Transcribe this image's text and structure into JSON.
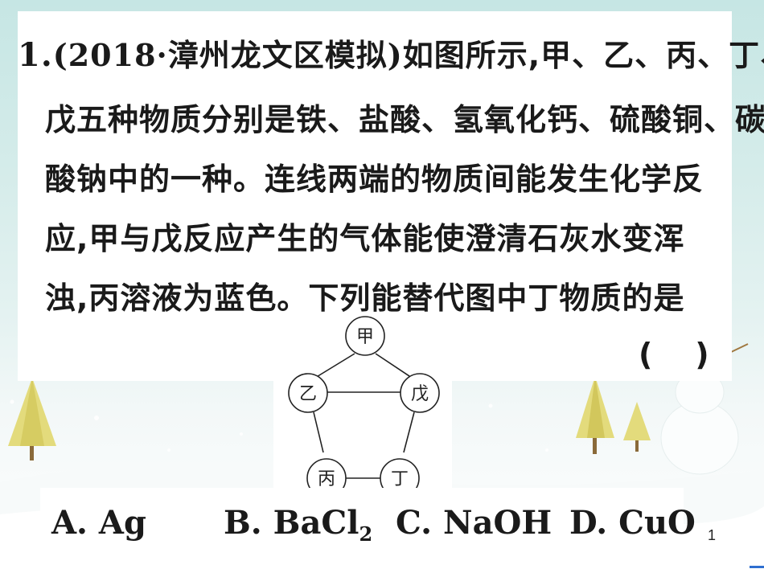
{
  "question": {
    "number": "1.",
    "source": "(2018·漳州龙文区模拟)",
    "lines": [
      "如图所示,甲、乙、丙、丁、",
      "戊五种物质分别是铁、盐酸、氢氧化钙、硫酸铜、碳",
      "酸钠中的一种。连线两端的物质间能发生化学反",
      "应,甲与戊反应产生的气体能使澄清石灰水变浑",
      "浊,丙溶液为蓝色。下列能替代图中丁物质的是"
    ],
    "answer_blank": "(    )"
  },
  "diagram": {
    "nodes": [
      {
        "id": "jia",
        "label": "甲"
      },
      {
        "id": "yi",
        "label": "乙"
      },
      {
        "id": "wu",
        "label": "戊"
      },
      {
        "id": "bing",
        "label": "丙"
      },
      {
        "id": "ding",
        "label": "丁"
      }
    ],
    "edges": [
      [
        "jia",
        "yi"
      ],
      [
        "jia",
        "wu"
      ],
      [
        "yi",
        "wu"
      ],
      [
        "yi",
        "bing"
      ],
      [
        "wu",
        "ding"
      ],
      [
        "bing",
        "ding"
      ]
    ]
  },
  "options": [
    {
      "letter": "A.",
      "text": "Ag"
    },
    {
      "letter": "B.",
      "text": "BaCl",
      "subscript": "2"
    },
    {
      "letter": "C.",
      "text": "NaOH"
    },
    {
      "letter": "D.",
      "text": "CuO"
    }
  ],
  "page_number": "1",
  "colors": {
    "text": "#1a1a1a",
    "panel": "#ffffff",
    "sky": "#c6e6e4",
    "tree": "#e2d97a",
    "snow": "#f5f8f8"
  }
}
